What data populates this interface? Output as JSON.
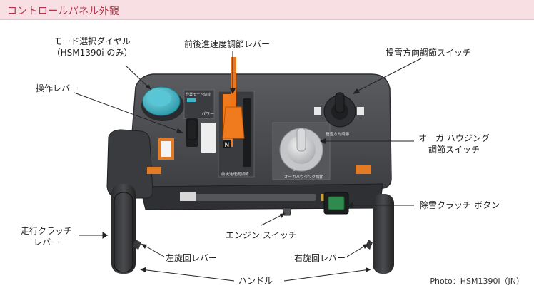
{
  "header": {
    "title": "コントロールパネル外観"
  },
  "callouts": {
    "mode_dial": {
      "line1": "モード選択ダイヤル",
      "line2": "（HSM1390i のみ）"
    },
    "speed_lever": "前後進速度調節レバー",
    "chute_switch": "投雪方向調節スイッチ",
    "operation_lever": "操作レバー",
    "auger_switch": {
      "line1": "オーガ ハウジング",
      "line2": "調節スイッチ"
    },
    "clutch_button": "除雪クラッチ ボタン",
    "travel_clutch": {
      "line1": "走行クラッチ",
      "line2": "レバー"
    },
    "engine_switch": "エンジン スイッチ",
    "left_turn": "左旋回レバー",
    "right_turn": "右旋回レバー",
    "handle": "ハンドル"
  },
  "panel_text": {
    "mode_label": "作業モード切替",
    "speed_label": "前後進速度調節",
    "chute_label": "投雪方向調節",
    "auger_label": "オーガハウジング調節",
    "power_label": "パワー",
    "n_mark": "N",
    "up_mark": "上"
  },
  "photo_caption": "Photo：HSM1390i（JN）",
  "colors": {
    "header_bg": "#f8dfe3",
    "header_text": "#b3334a",
    "panel": "#4a4c50",
    "dial": "#3fb6c8",
    "lever_orange": "#f07a1e",
    "clutch_green": "#2f8a4d"
  }
}
